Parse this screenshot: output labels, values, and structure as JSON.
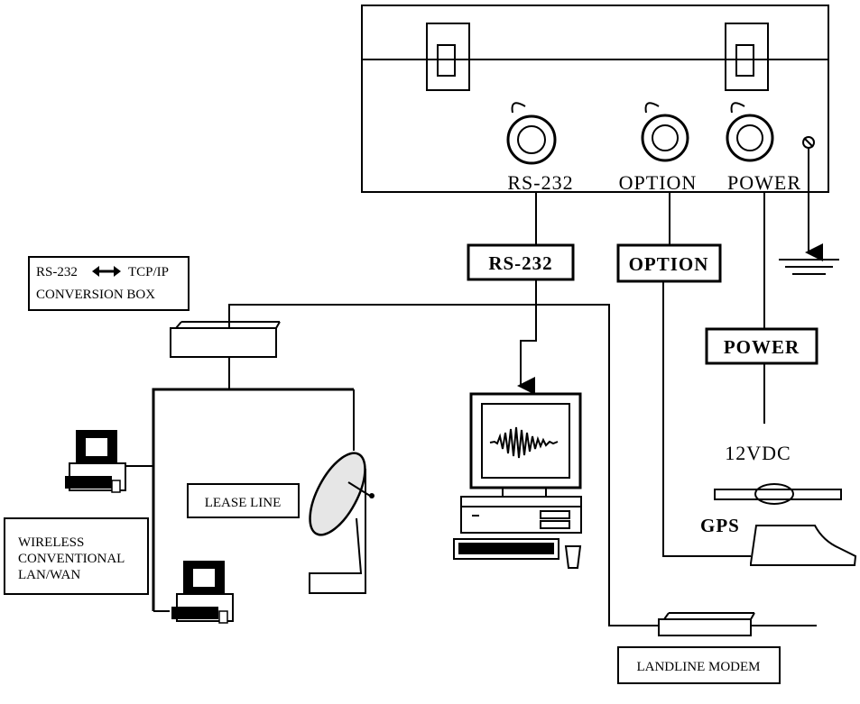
{
  "device_panel": {
    "port_labels": [
      "RS-232",
      "OPTION",
      "POWER"
    ]
  },
  "cable_boxes": {
    "rs232": "RS-232",
    "option": "OPTION",
    "power": "POWER"
  },
  "power_supply": "12VDC",
  "gps_label": "GPS",
  "conversion_box": {
    "line1_left": "RS-232",
    "line1_right": "TCP/IP",
    "line2": "CONVERSION BOX"
  },
  "lease_line_label": "LEASE LINE",
  "wireless_label": {
    "line1": "WIRELESS",
    "line2": "CONVENTIONAL",
    "line3": "LAN/WAN"
  },
  "landline_modem_label": "LANDLINE MODEM",
  "icons": [
    "double-arrow-icon",
    "ground-icon",
    "satellite-dish-icon",
    "computer-monitor-icon",
    "gps-antenna-icon",
    "laptop-terminal-icon",
    "modem-icon"
  ]
}
